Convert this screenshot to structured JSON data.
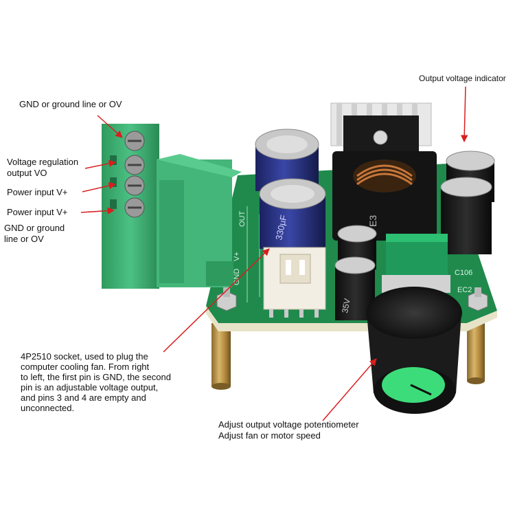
{
  "labels": {
    "gnd_top": "GND or ground line or OV",
    "vo_line1": "Voltage regulation",
    "vo_line2": "output VO",
    "vplus_1": "Power input V+",
    "vplus_2": "Power input V+",
    "gnd_bottom_line1": "GND or ground",
    "gnd_bottom_line2": "line or OV",
    "output_indicator": "Output voltage indicator",
    "socket_lines": [
      "4P2510 socket, used to plug the",
      "computer cooling fan. From right",
      "to left, the first pin is GND, the second",
      "pin is an adjustable voltage output,",
      "and pins 3 and 4 are empty and",
      "unconnected."
    ],
    "pot_line1": "Adjust output voltage potentiometer",
    "pot_line2": "Adjust fan or motor speed"
  },
  "board_markings": {
    "cap_left": "330μF",
    "cap_right": "35V",
    "inductor": "E3",
    "pcb_c106": "C106",
    "pcb_ec": "EC2",
    "pcb_gnd": "GND",
    "pcb_vplus": "V+",
    "pcb_out": "OUT"
  },
  "colors": {
    "arrow": "#d81e1e",
    "terminal": "#3fae72",
    "pcb": "#1f8a4c",
    "knob_cap": "#3ddc7a",
    "capacitor": "#2b3480"
  }
}
